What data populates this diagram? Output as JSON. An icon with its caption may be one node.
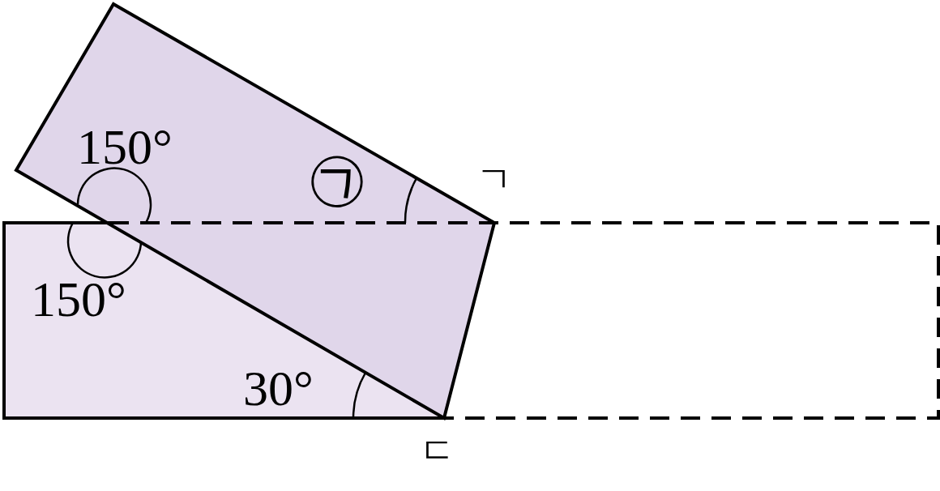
{
  "diagram": {
    "labels": [
      "150°",
      "㉠",
      "ㄱ",
      "150°",
      "30°",
      "ㄷ"
    ]
  }
}
